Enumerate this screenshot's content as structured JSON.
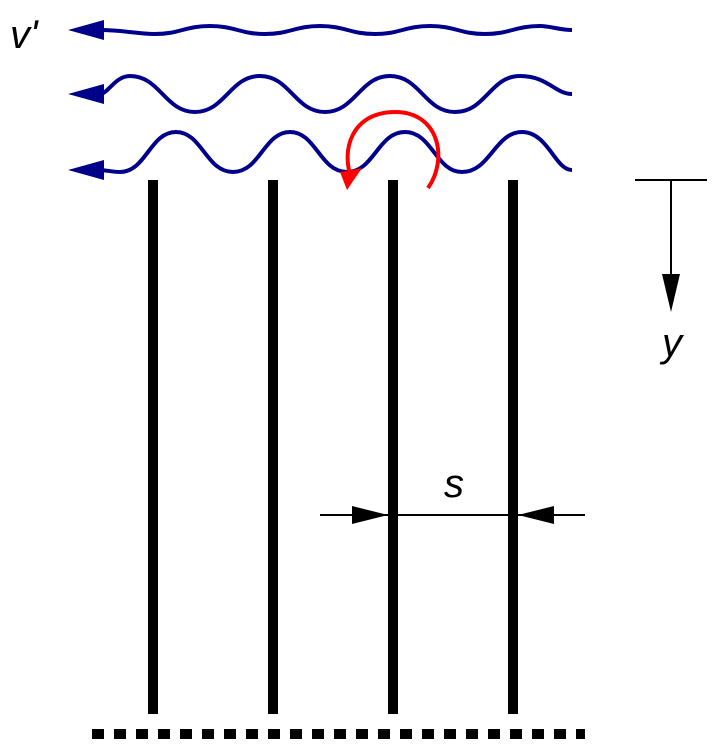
{
  "labels": {
    "velocity": "v'",
    "axis": "y",
    "spacing": "s"
  },
  "colors": {
    "wave": "#00008b",
    "vortex": "#ff0000",
    "plate": "#000000",
    "background": "#ffffff"
  },
  "counts": {
    "waves": 3,
    "plates": 4
  }
}
